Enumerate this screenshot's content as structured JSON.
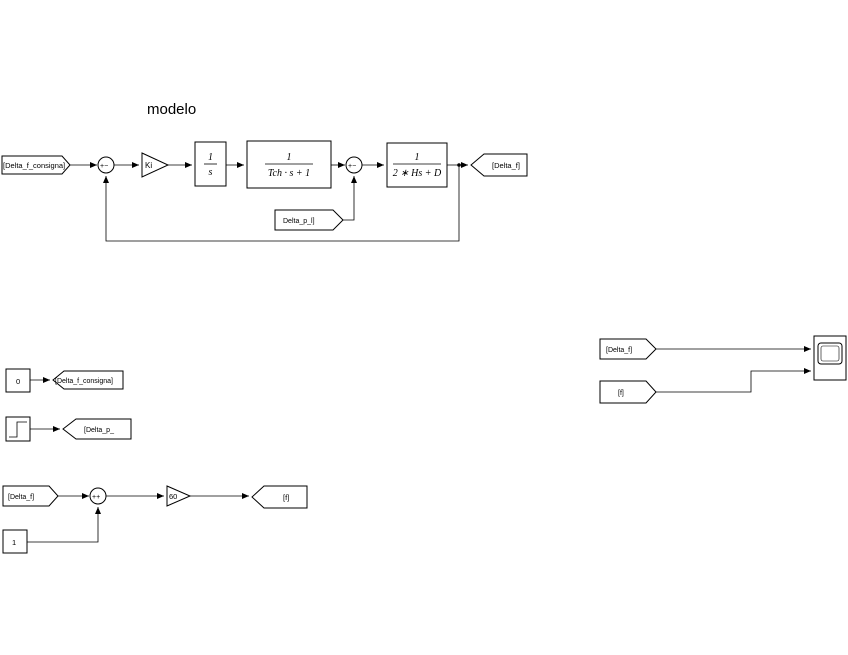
{
  "diagram": {
    "title": "modelo",
    "model": {
      "from_setpoint_tag": "[Delta_f_consigna]",
      "sum1_signs": "+−",
      "gain_label": "Ki",
      "integrator": {
        "num": "1",
        "den": "s"
      },
      "turbine_tf": {
        "num": "1",
        "den": "Tch · s + 1"
      },
      "sum2_signs": "+−",
      "inertia_tf": {
        "num": "1",
        "den": "2 ∗ Hs + D"
      },
      "goto_out_tag": "[Delta_f]",
      "from_load_tag": "Delta_p_l]"
    },
    "sources": {
      "constant_value": "0",
      "goto_setpoint_tag": "[Delta_f_consigna]",
      "goto_load_tag": "[Delta_p_"
    },
    "conversion": {
      "from_tag": "[Delta_f]",
      "sum_signs": "++",
      "gain_value": "60",
      "constant_value": "1",
      "goto_tag": "[f]"
    },
    "scope_section": {
      "from_delta_tag": "[Delta_f]",
      "from_f_tag": "[f]"
    }
  }
}
